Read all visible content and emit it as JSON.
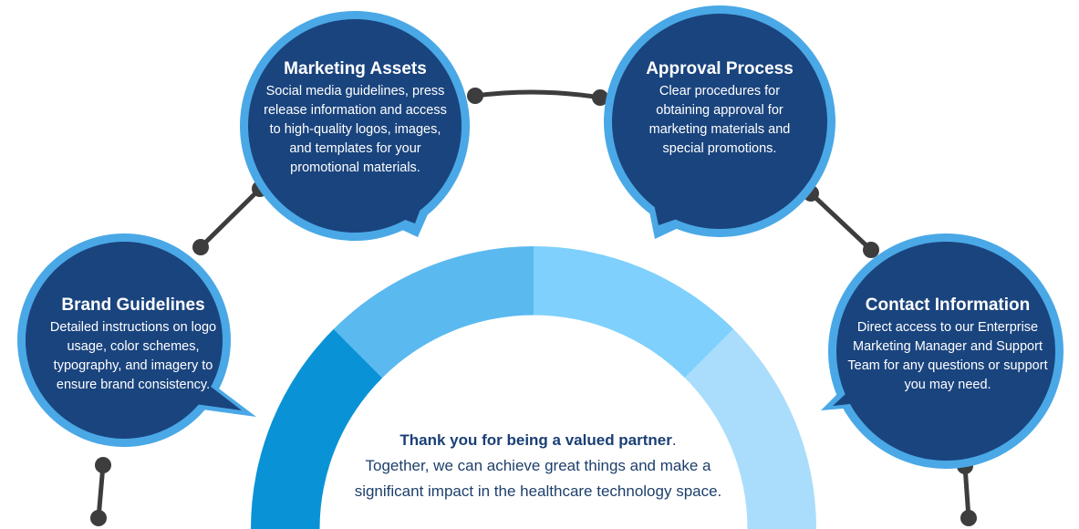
{
  "colors": {
    "bubble_fill": "#1a447e",
    "bubble_ring": "#4aa8e6",
    "connector": "#3d3d3d",
    "arc_dark": "#0a92d6",
    "arc_mid": "#5ab9ef",
    "arc_light": "#7fd0fc",
    "arc_lightest": "#a9ddfb",
    "text_dark": "#1d3f6b"
  },
  "bubbles": {
    "brand": {
      "title": "Brand Guidelines",
      "body": "Detailed instructions on logo usage, color schemes, typography, and imagery to ensure brand consistency."
    },
    "marketing": {
      "title": "Marketing Assets",
      "body": "Social media guidelines, press release information and access to high-quality logos, images, and templates for your promotional materials."
    },
    "approval": {
      "title": "Approval Process",
      "body": "Clear procedures for obtaining approval for marketing materials and special promotions."
    },
    "contact": {
      "title": "Contact Information",
      "body": "Direct access to our Enterprise Marketing Manager and Support Team for any questions or support you may need."
    }
  },
  "center": {
    "lead": "Thank you for being a valued partner",
    "lead_punct": ".",
    "body": "Together, we can achieve great things and make a significant impact in the healthcare technology space."
  }
}
